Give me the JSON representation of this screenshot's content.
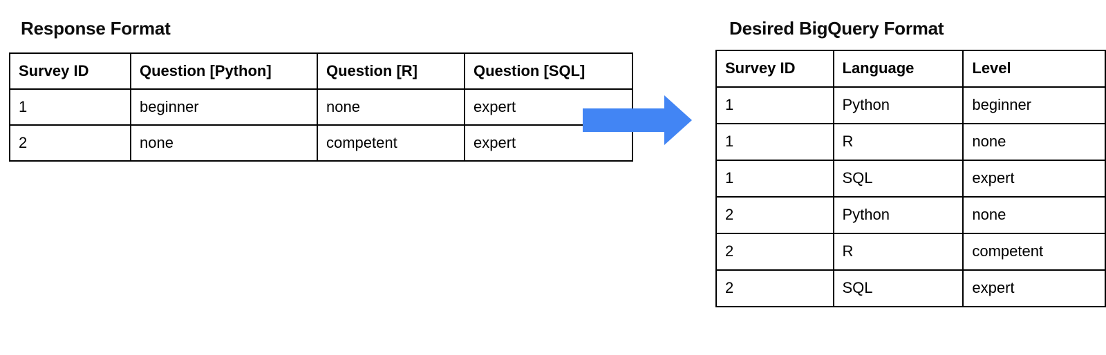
{
  "accent_color": "#4285F4",
  "border_color": "#000000",
  "background_color": "#FFFFFF",
  "left": {
    "title": "Response Format",
    "table": {
      "headers": [
        "Survey ID",
        "Question [Python]",
        "Question [R]",
        "Question [SQL]"
      ],
      "rows": [
        [
          "1",
          "beginner",
          "none",
          "expert"
        ],
        [
          "2",
          "none",
          "competent",
          "expert"
        ]
      ]
    }
  },
  "arrow": {
    "icon": "right-arrow-icon",
    "direction": "right",
    "color": "#4285F4"
  },
  "right": {
    "title": "Desired BigQuery Format",
    "table": {
      "headers": [
        "Survey ID",
        "Language",
        "Level"
      ],
      "rows": [
        [
          "1",
          "Python",
          "beginner"
        ],
        [
          "1",
          "R",
          "none"
        ],
        [
          "1",
          "SQL",
          "expert"
        ],
        [
          "2",
          "Python",
          "none"
        ],
        [
          "2",
          "R",
          "competent"
        ],
        [
          "2",
          "SQL",
          "expert"
        ]
      ]
    }
  }
}
